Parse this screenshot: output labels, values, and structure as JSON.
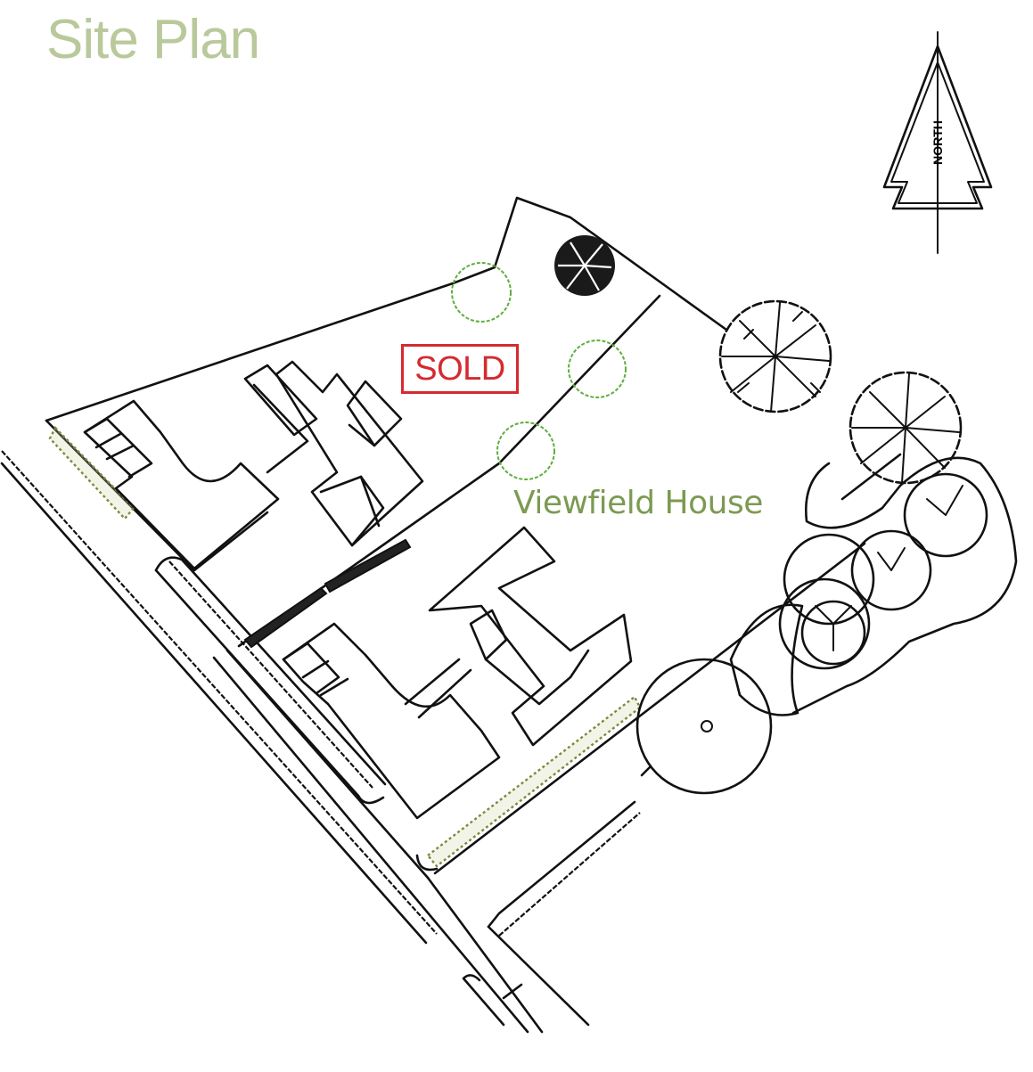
{
  "title": "Site Plan",
  "sold_label": "SOLD",
  "property_label": "Viewfield House",
  "north_label": "NORTH",
  "colors": {
    "title": "#b9c99b",
    "sold": "#d42a30",
    "property_label": "#7c9a52",
    "linework": "#111111",
    "shrubs": "#5fae3d",
    "hedge": "#7a8c3c"
  },
  "icons": {
    "north_arrow": "north-arrow-icon",
    "tree": "tree-icon",
    "shrub": "shrub-icon"
  }
}
